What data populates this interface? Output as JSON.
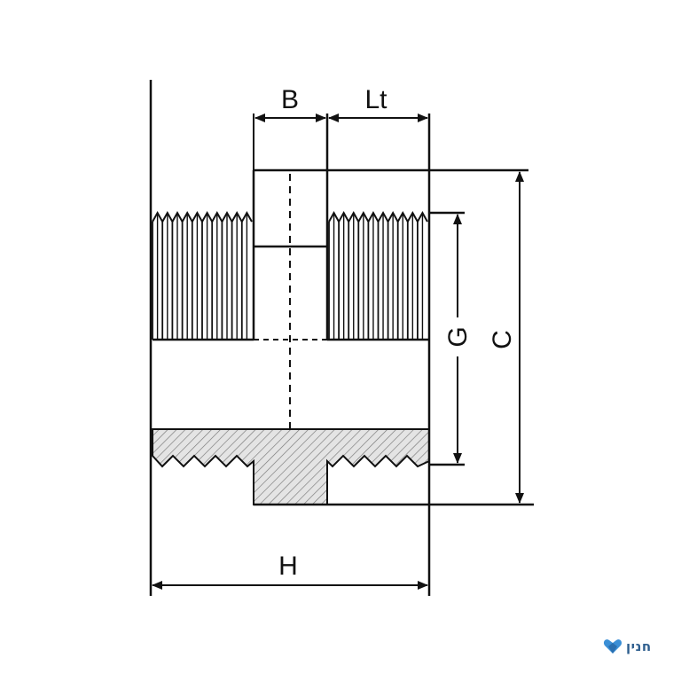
{
  "labels": {
    "b": "B",
    "lt": "Lt",
    "g": "G",
    "c": "C",
    "h": "H"
  },
  "logo": {
    "text": "חנין",
    "icon": "heart-icon",
    "accent": "#3b8fd6"
  },
  "colors": {
    "line": "#111111",
    "hatch": "#777777",
    "hatch_bg": "#e4e4e4"
  }
}
